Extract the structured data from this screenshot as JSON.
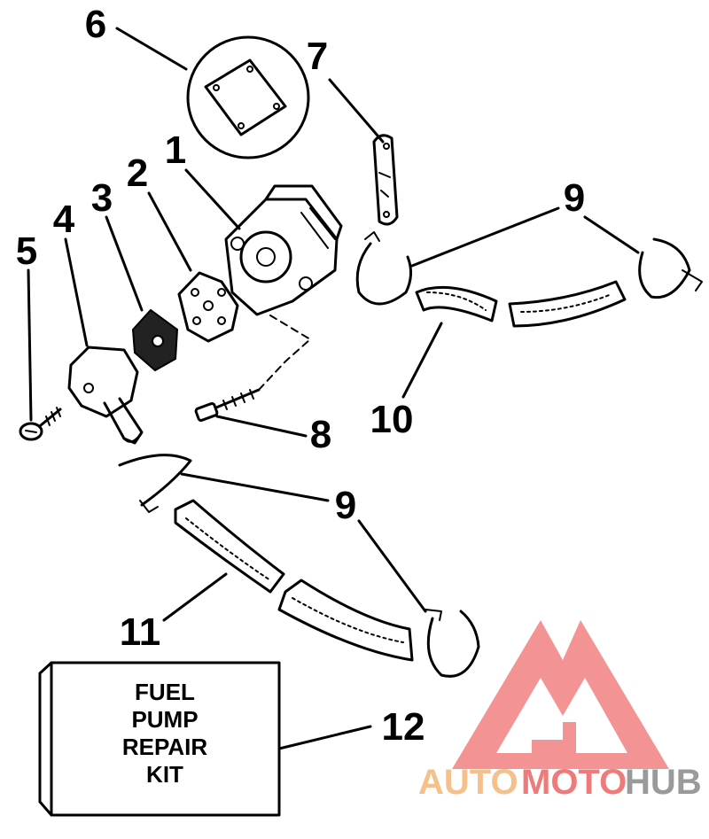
{
  "labels": {
    "n1": "1",
    "n2": "2",
    "n3": "3",
    "n4": "4",
    "n5": "5",
    "n6": "6",
    "n7": "7",
    "n8": "8",
    "n9a": "9",
    "n9b": "9",
    "n10": "10",
    "n11": "11",
    "n12": "12"
  },
  "kit_box": {
    "line1": "FUEL",
    "line2": "PUMP",
    "line3": "REPAIR",
    "line4": "KIT"
  },
  "watermark": {
    "auto": "AUTO",
    "moto": "MOTO",
    "hub": "HUB",
    "colors": {
      "auto": "#f5c08a",
      "moto": "#ef7a7a",
      "hub": "#9a9a9a",
      "logo": "#ef6f6f"
    }
  }
}
